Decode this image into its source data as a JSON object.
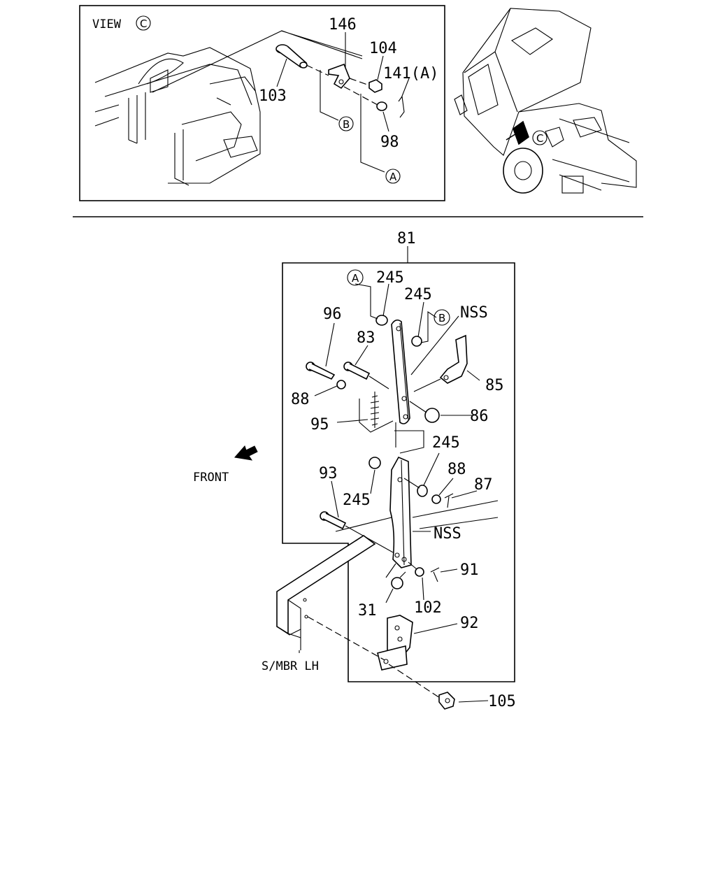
{
  "inset": {
    "view_label": "VIEW",
    "view_ref": "C",
    "labels": {
      "p146": "146",
      "p104": "104",
      "p141": "141(A)",
      "p103": "103",
      "p98": "98",
      "refB": "B",
      "refA": "A"
    }
  },
  "truck": {
    "view_ref": "C"
  },
  "main": {
    "labels": {
      "p81": "81",
      "refA": "A",
      "refB": "B",
      "p245_a": "245",
      "p245_b": "245",
      "p245_c": "245",
      "p245_d": "245",
      "nss_1": "NSS",
      "nss_2": "NSS",
      "p96": "96",
      "p83": "83",
      "p85": "85",
      "p88_a": "88",
      "p88_b": "88",
      "p86": "86",
      "p95": "95",
      "p93": "93",
      "p87": "87",
      "p91": "91",
      "p31": "31",
      "p102": "102",
      "p92": "92",
      "p105": "105",
      "front": "FRONT",
      "smbr": "S/MBR  LH"
    }
  },
  "colors": {
    "line": "#000000",
    "background": "#ffffff"
  }
}
